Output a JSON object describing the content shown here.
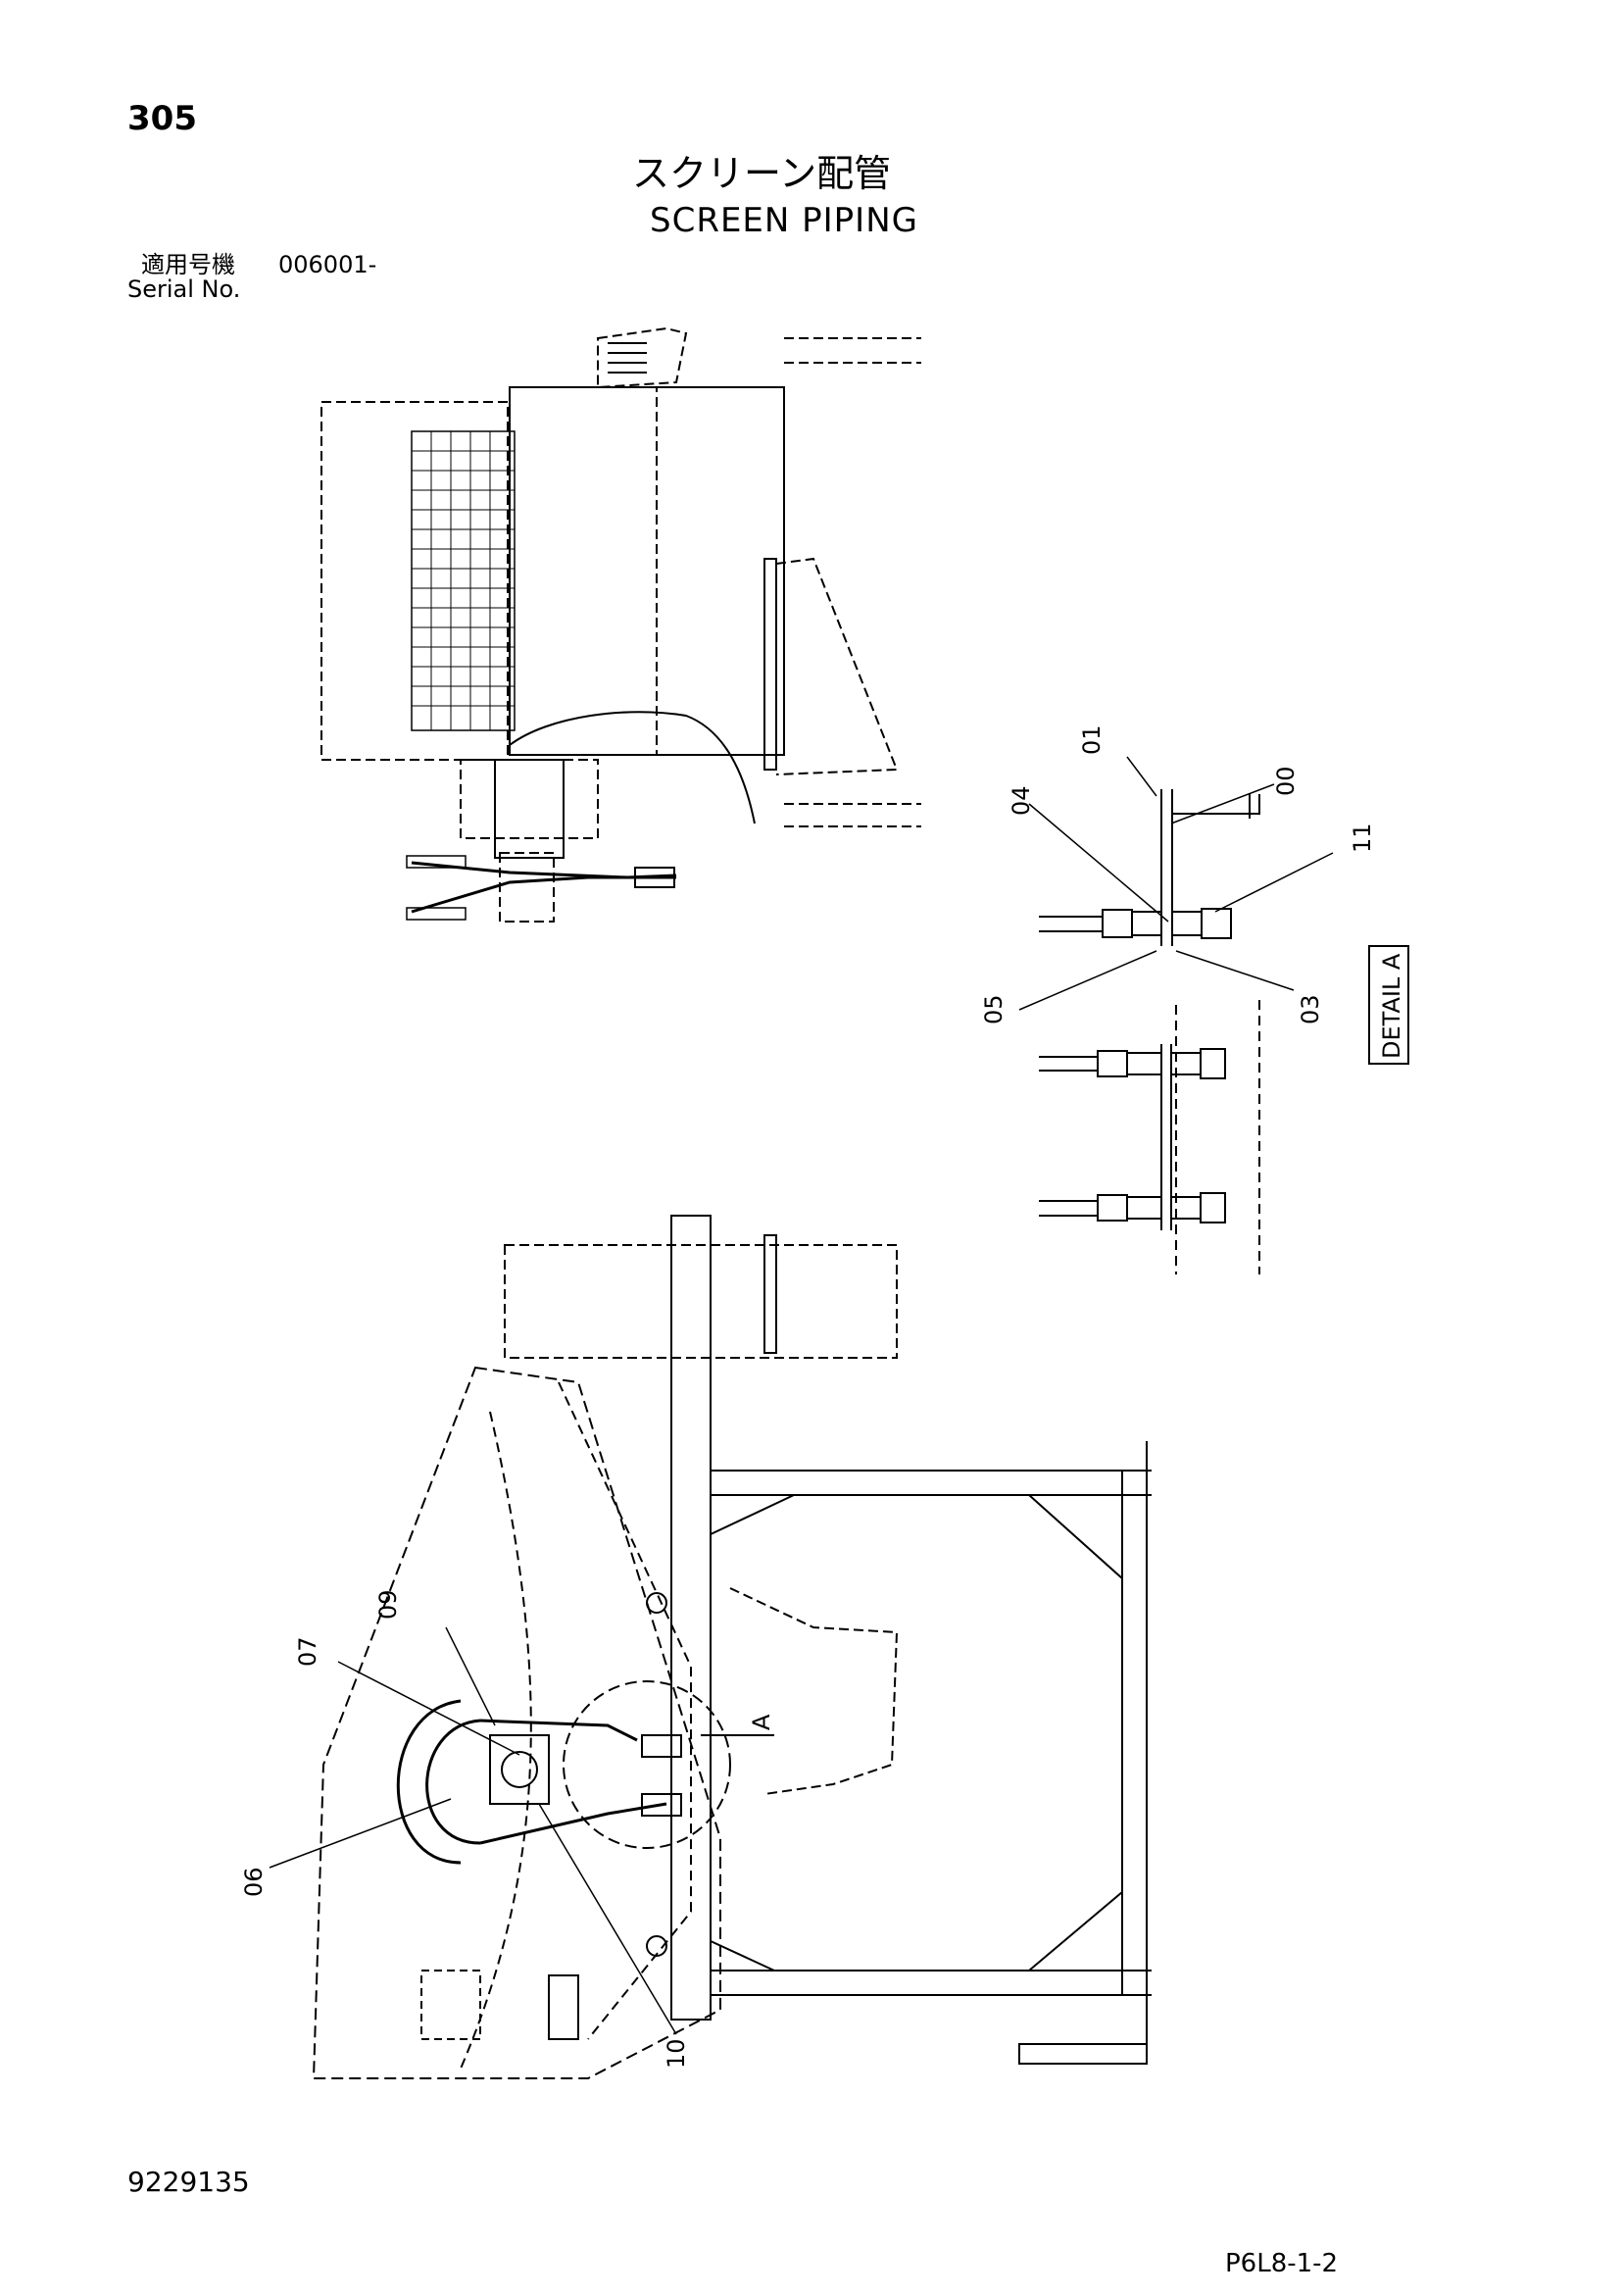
{
  "page": {
    "number": "305",
    "title_ja": "スクリーン配管",
    "title_en": "SCREEN PIPING",
    "serial_label_ja": "適用号機",
    "serial_value": "006001-",
    "serial_label_en": "Serial No.",
    "doc_number": "9229135",
    "page_code": "P6L8-1-2"
  },
  "detail": {
    "label": "DETAIL A",
    "view_marker": "A"
  },
  "callouts": [
    "01",
    "00",
    "04",
    "11",
    "05",
    "03",
    "09",
    "07",
    "06",
    "10"
  ]
}
